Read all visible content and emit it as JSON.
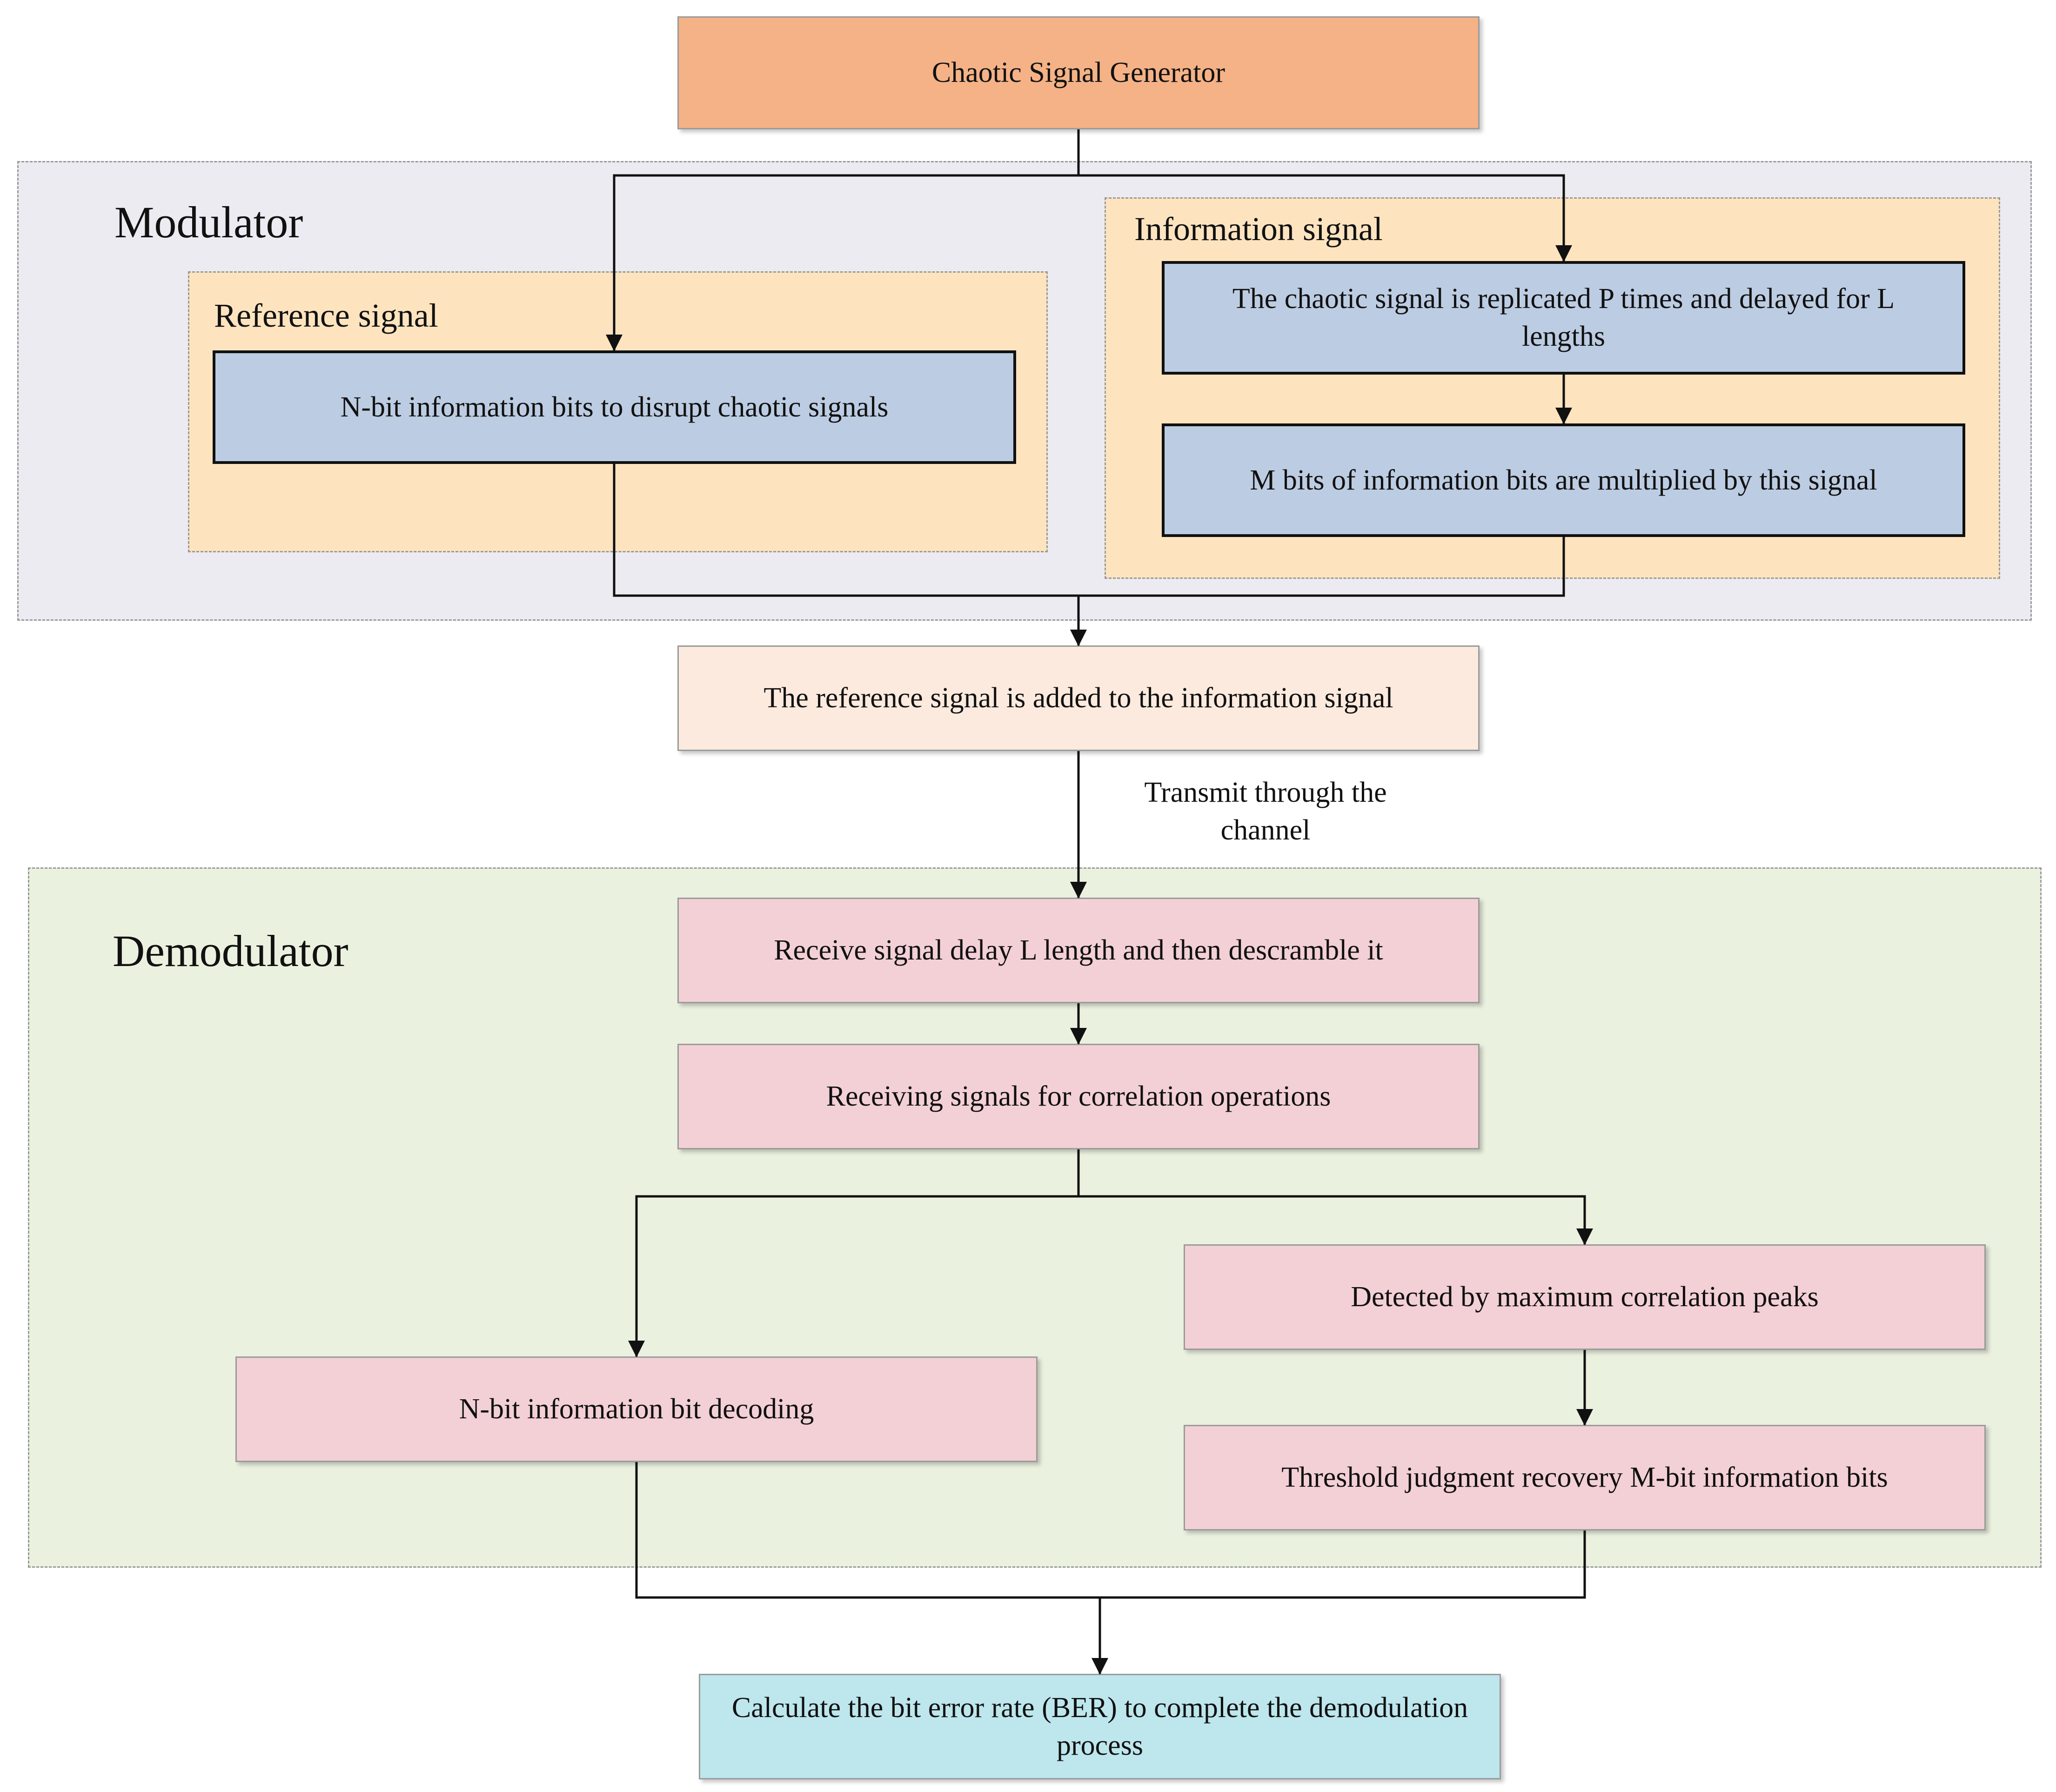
{
  "groups": {
    "modulator": {
      "title": "Modulator",
      "fill": "#ecebf2"
    },
    "reference": {
      "title": "Reference signal",
      "fill": "#fde4bf"
    },
    "information": {
      "title": "Information signal",
      "fill": "#fde4bf"
    },
    "demodulator": {
      "title": "Demodulator",
      "fill": "#ebf1df"
    }
  },
  "nodes": {
    "generator": {
      "text": "Chaotic Signal Generator",
      "fill": "#f4b286"
    },
    "scramble": {
      "text": "N-bit information bits to disrupt chaotic signals",
      "fill": "#bccce2"
    },
    "replicate": {
      "text": "The chaotic signal is replicated P times and delayed for L lengths",
      "fill": "#bccce2"
    },
    "multiply": {
      "text": "M bits of information bits are multiplied by this signal",
      "fill": "#bccce2"
    },
    "add": {
      "text": "The reference signal is added to the information signal",
      "fill": "#fdeade"
    },
    "receive_delay": {
      "text": "Receive signal delay L length and then descramble it",
      "fill": "#f3d0d6"
    },
    "correlation": {
      "text": "Receiving signals for correlation operations",
      "fill": "#f3d0d6"
    },
    "peaks": {
      "text": "Detected by maximum correlation peaks",
      "fill": "#f3d0d6"
    },
    "decode_n": {
      "text": "N-bit information bit decoding",
      "fill": "#f3d0d6"
    },
    "threshold": {
      "text": "Threshold judgment recovery M-bit information bits",
      "fill": "#f3d0d6"
    },
    "ber": {
      "text": "Calculate the bit error rate (BER) to complete the demodulation process",
      "fill": "#bde6ed"
    }
  },
  "edges": [
    {
      "from": "generator",
      "to": "scramble"
    },
    {
      "from": "generator",
      "to": "replicate"
    },
    {
      "from": "replicate",
      "to": "multiply"
    },
    {
      "from": "scramble",
      "to": "add"
    },
    {
      "from": "multiply",
      "to": "add"
    },
    {
      "from": "add",
      "to": "receive_delay",
      "label": "Transmit through the channel"
    },
    {
      "from": "receive_delay",
      "to": "correlation"
    },
    {
      "from": "correlation",
      "to": "decode_n"
    },
    {
      "from": "correlation",
      "to": "peaks"
    },
    {
      "from": "peaks",
      "to": "threshold"
    },
    {
      "from": "decode_n",
      "to": "ber"
    },
    {
      "from": "threshold",
      "to": "ber"
    }
  ],
  "colors": {
    "line": "#111111",
    "region_border": "#9a9a9a"
  }
}
